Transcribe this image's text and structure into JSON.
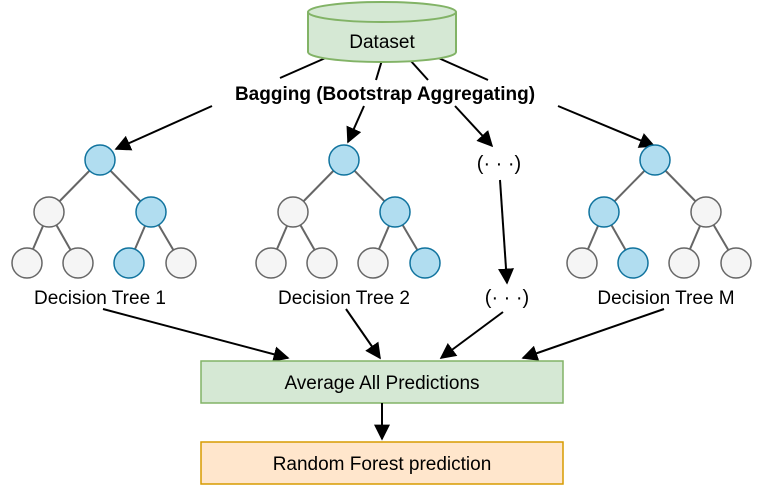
{
  "colors": {
    "dataset_fill": "#d5e8d4",
    "dataset_stroke": "#82b366",
    "average_fill": "#d5e8d4",
    "average_stroke": "#82b366",
    "result_fill": "#ffe6cc",
    "result_stroke": "#d79b00",
    "node_highlight_fill": "#b1ddf0",
    "node_highlight_stroke": "#10739e",
    "node_plain_fill": "#f5f5f5",
    "node_plain_stroke": "#666666"
  },
  "dataset": {
    "label": "Dataset"
  },
  "bagging": {
    "label": "Bagging (Bootstrap Aggregating)"
  },
  "ellipsis": {
    "top": "(· · ·)",
    "bottom": "(· · ·)"
  },
  "trees": [
    {
      "label": "Decision Tree 1",
      "highlighted_nodes": [
        "root",
        "R",
        "RL"
      ]
    },
    {
      "label": "Decision Tree 2",
      "highlighted_nodes": [
        "root",
        "R",
        "RR"
      ]
    },
    {
      "label": "Decision Tree M",
      "highlighted_nodes": [
        "root",
        "L",
        "LR"
      ]
    }
  ],
  "average": {
    "label": "Average All Predictions"
  },
  "result": {
    "label": "Random Forest prediction"
  }
}
